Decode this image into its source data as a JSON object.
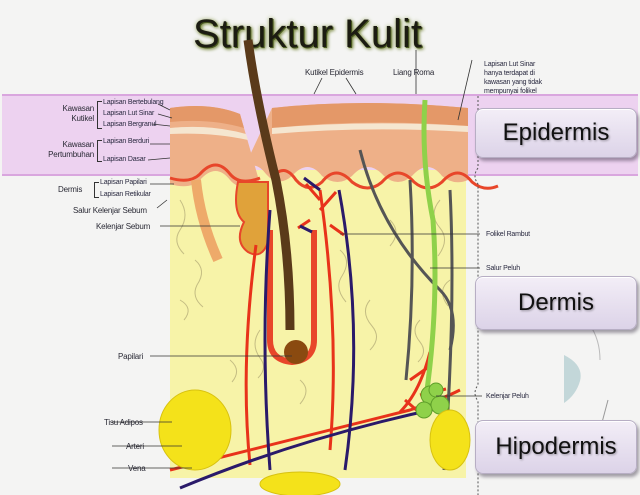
{
  "title": "Struktur Kulit",
  "top_labels": {
    "kutikel_epidermis": "Kutikel Epidermis",
    "liang_roma": "Liang Roma",
    "lut_sinar_note": [
      "Lapisan Lut Sinar",
      "hanya terdapat di",
      "kawasan yang tidak",
      "mempunyai folikel"
    ]
  },
  "left_groups": {
    "kawasan_kutikel": {
      "label": [
        "Kawasan",
        "Kutikel"
      ],
      "items": [
        "Lapisan Bertebulang",
        "Lapisan Lut Sinar",
        "Lapisan Bergranul"
      ]
    },
    "kawasan_pertumbuhan": {
      "label": [
        "Kawasan",
        "Pertumbuhan"
      ],
      "items": [
        "Lapisan Berduri",
        "Lapisan Dasar"
      ]
    },
    "dermis": {
      "label": "Dermis",
      "items": [
        "Lapisan Papilari",
        "Lapisan Retikular"
      ]
    }
  },
  "left_labels": {
    "salur_kelenjar_sebum": "Salur Kelenjar Sebum",
    "kelenjar_sebum": "Kelenjar Sebum",
    "papilari": "Papilari",
    "tisu_adipos": "Tisu Adipos",
    "arteri": "Arteri",
    "vena": "Vena"
  },
  "right_labels": {
    "folikel_rambut": "Folikel Rambut",
    "salur_peluh": "Salur Peluh",
    "kelenjar_peluh": "Kelenjar Peluh"
  },
  "layer_buttons": {
    "epidermis": "Epidermis",
    "dermis": "Dermis",
    "hipodermis": "Hipodermis"
  },
  "colors": {
    "band": "#e8b6ec",
    "dermis_bg": "#f7f3a8",
    "epidermis": "#eeb088",
    "artery": "#e8321a",
    "vein": "#2a1a6a",
    "sweat": "#8fd14a",
    "fat": "#f4e21a",
    "hair": "#5a3a1a"
  }
}
